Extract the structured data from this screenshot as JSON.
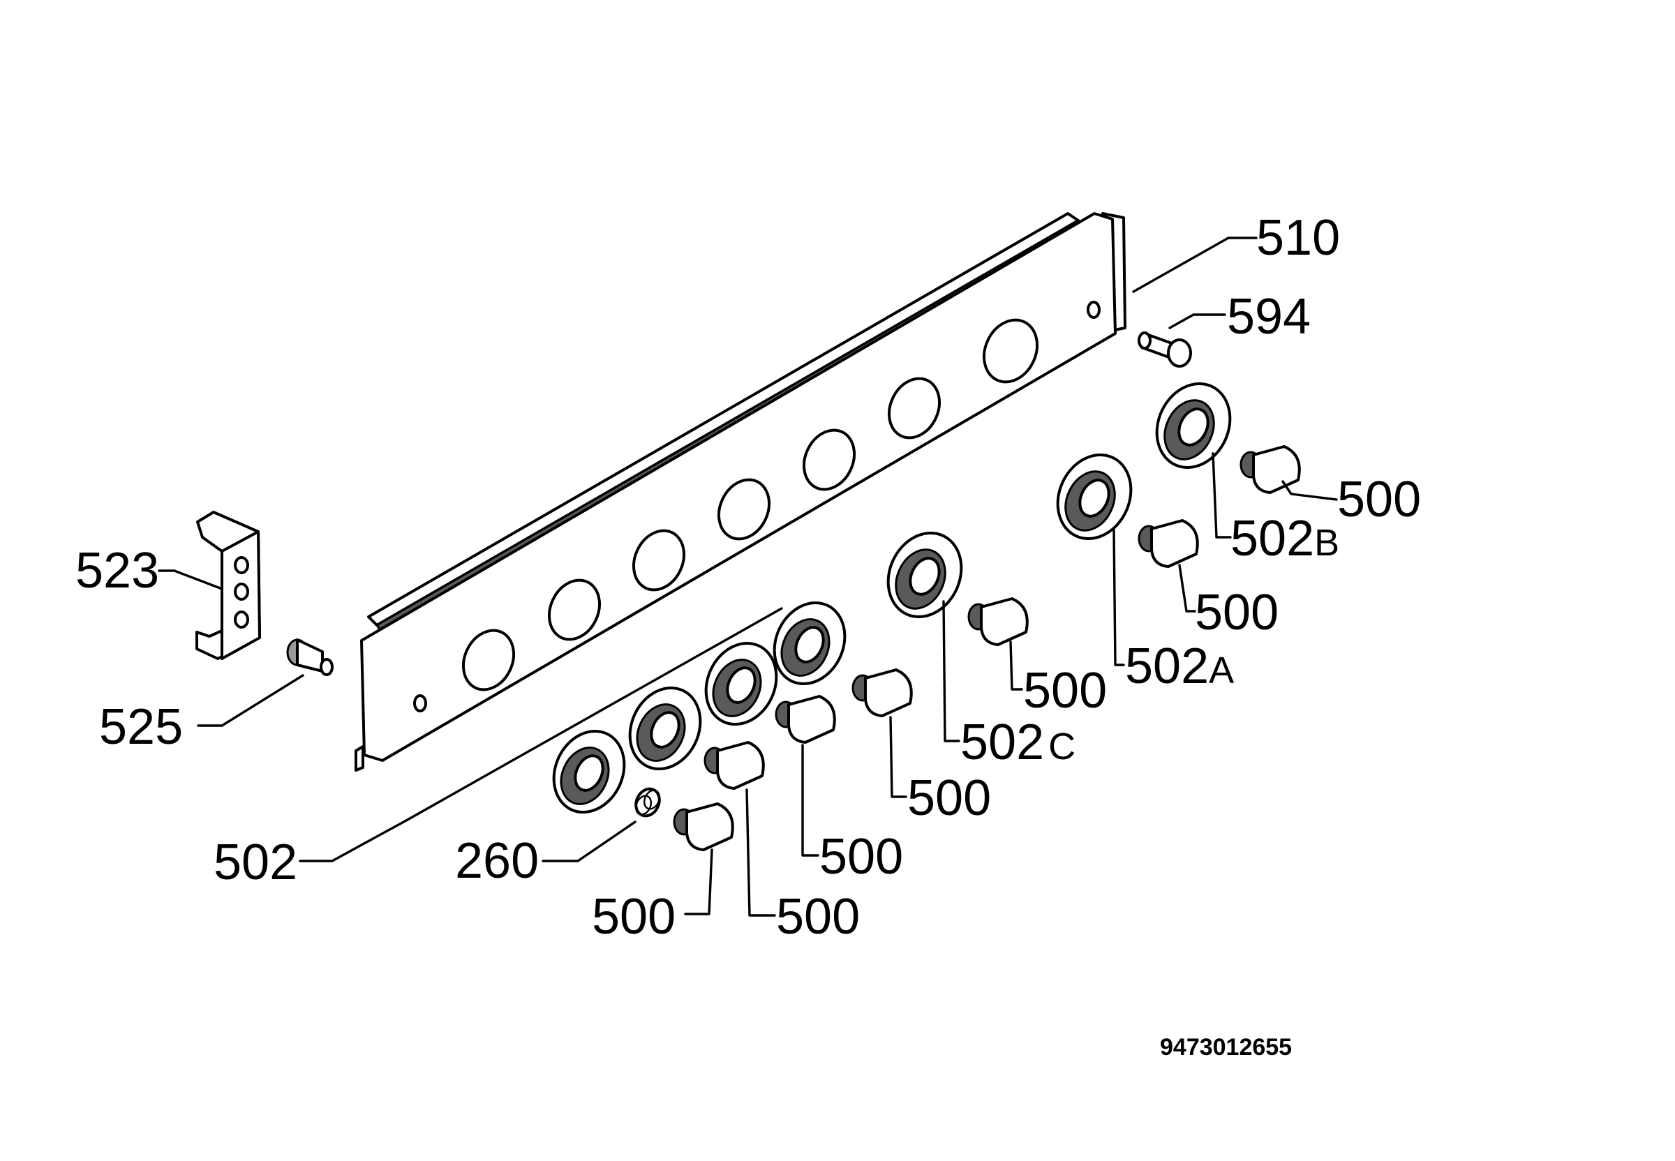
{
  "diagram": {
    "callouts": {
      "p510": "510",
      "p594": "594",
      "p500_a": "500",
      "p502b_num": "502",
      "p502b_suf": "B",
      "p500_b": "500",
      "p502a_num": "502",
      "p502a_suf": "A",
      "p500_c": "500",
      "p502c_num": "502",
      "p502c_suf": "C",
      "p500_d": "500",
      "p500_e": "500",
      "p500_f": "500",
      "p500_g": "500",
      "p523": "523",
      "p525": "525",
      "p502": "502",
      "p260": "260"
    },
    "document_id": "9473012655"
  }
}
